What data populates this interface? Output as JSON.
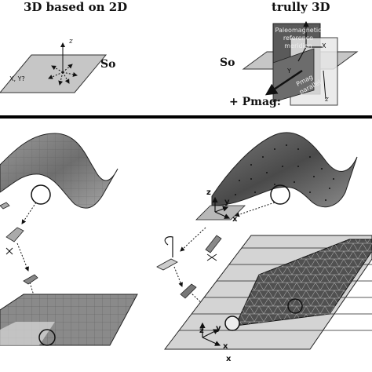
{
  "titles": {
    "left": "3D based on 2D",
    "right": "trully 3D"
  },
  "labels": {
    "so_left": "So",
    "so_right": "So",
    "pmag": "+ Pmag:",
    "xy_question": "X, Y?",
    "z_small": "z",
    "z_right": "z",
    "x_right": "X",
    "y_right": "Y",
    "paleo_line1": "Paleomagnetic",
    "paleo_line2": "reference",
    "paleo_line3": "meridien",
    "pmag_line1": "Pmag",
    "pmag_line2": "parallel",
    "z_axis_a": "z",
    "y_axis_a": "y",
    "x_axis_a": "x",
    "z_axis_b": "z",
    "y_axis_b": "y",
    "x_axis_b": "x",
    "x_bottom": "x"
  },
  "colors": {
    "surface": "#8a8a8a",
    "surface_dark": "#555555",
    "plane_light": "#d0d0d0",
    "line": "#111111",
    "divider": "#000000"
  }
}
